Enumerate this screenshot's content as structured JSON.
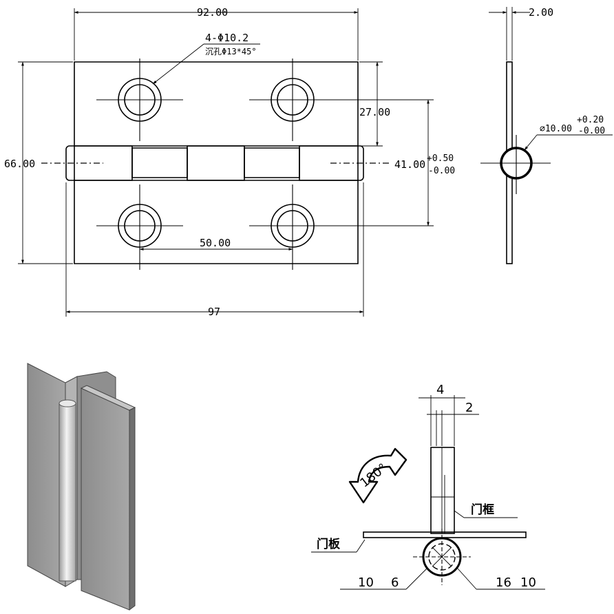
{
  "front_view": {
    "overall_width": "92.00",
    "overall_width_with_pin": "97",
    "height": "66.00",
    "hole_spacing_horizontal": "50.00",
    "hole_offset_vertical": "27.00",
    "hole_spacing_vertical": "41.00",
    "hole_tol_upper": "+0.50",
    "hole_tol_lower": "-0.00",
    "hole_callout_line1": "4-Φ10.2",
    "hole_callout_line2": "沉孔Φ13*45°"
  },
  "side_view": {
    "thickness": "2.00",
    "knuckle_dia": "⌀10.00",
    "knuckle_tol_upper": "+0.20",
    "knuckle_tol_lower": "-0.00"
  },
  "install_view": {
    "dim_4": "4",
    "dim_2": "2",
    "rotation": "180°",
    "label_frame": "门框",
    "label_door": "门板",
    "dim_10_left": "10",
    "dim_6": "6",
    "dim_16": "16",
    "dim_10_right": "10"
  },
  "colors": {
    "line": "#000000",
    "leaf_gray": "#9a9a9a",
    "pin_light": "#e6e6e6"
  }
}
